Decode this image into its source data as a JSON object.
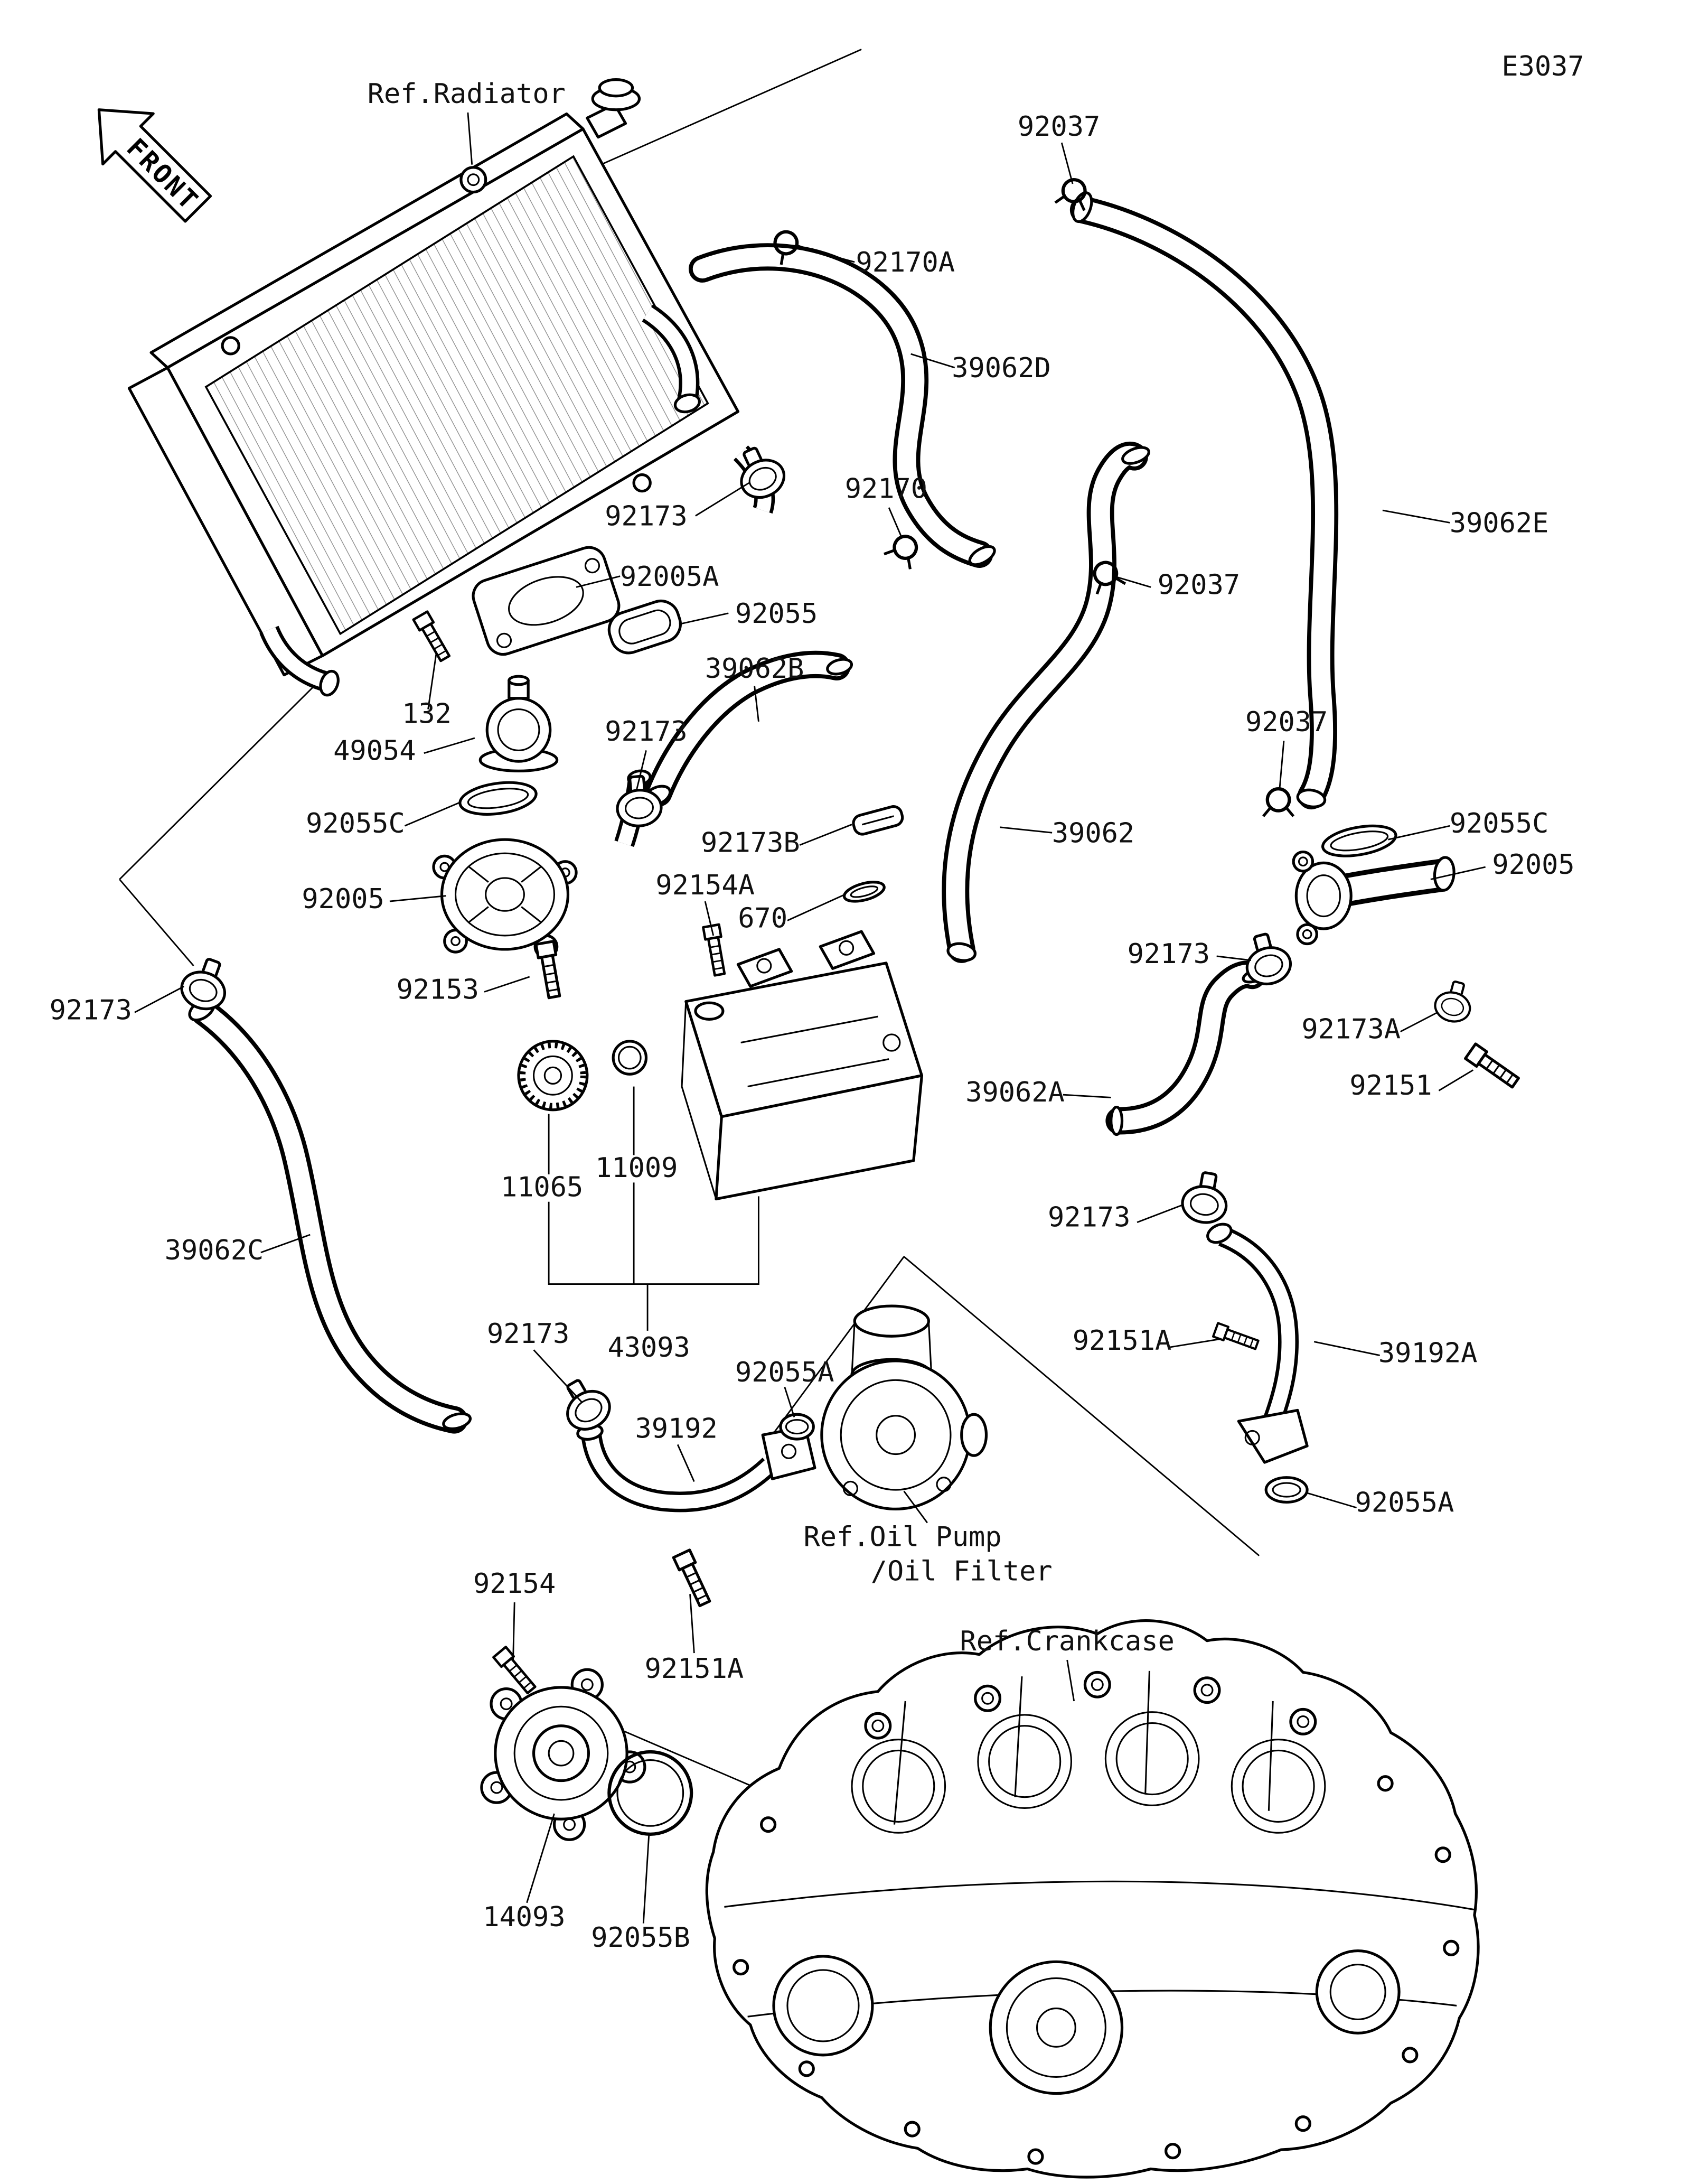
{
  "sheet": {
    "code": "E3037",
    "front_arrow": "FRONT"
  },
  "refs": {
    "radiator": "Ref.Radiator",
    "oil_pump_1": "Ref.Oil Pump",
    "oil_pump_2": "/Oil Filter",
    "crankcase": "Ref.Crankcase"
  },
  "labels": [
    {
      "id": "92037-top",
      "text": "92037"
    },
    {
      "id": "92170A",
      "text": "92170A"
    },
    {
      "id": "39062D",
      "text": "39062D"
    },
    {
      "id": "39062E",
      "text": "39062E"
    },
    {
      "id": "92173-radiator-hose",
      "text": "92173"
    },
    {
      "id": "92170",
      "text": "92170"
    },
    {
      "id": "92005A",
      "text": "92005A"
    },
    {
      "id": "92055",
      "text": "92055"
    },
    {
      "id": "92037-mid",
      "text": "92037"
    },
    {
      "id": "39062B",
      "text": "39062B"
    },
    {
      "id": "132",
      "text": "132"
    },
    {
      "id": "49054",
      "text": "49054"
    },
    {
      "id": "92173-thermostat",
      "text": "92173"
    },
    {
      "id": "92055C-left",
      "text": "92055C"
    },
    {
      "id": "92173B",
      "text": "92173B"
    },
    {
      "id": "39062",
      "text": "39062"
    },
    {
      "id": "92037-right",
      "text": "92037"
    },
    {
      "id": "92055C-right",
      "text": "92055C"
    },
    {
      "id": "92005-right",
      "text": "92005"
    },
    {
      "id": "92005-left",
      "text": "92005"
    },
    {
      "id": "92154A",
      "text": "92154A"
    },
    {
      "id": "670",
      "text": "670"
    },
    {
      "id": "92173-right-mid",
      "text": "92173"
    },
    {
      "id": "92173A",
      "text": "92173A"
    },
    {
      "id": "92151",
      "text": "92151"
    },
    {
      "id": "92173-far-left",
      "text": "92173"
    },
    {
      "id": "92153",
      "text": "92153"
    },
    {
      "id": "39062A",
      "text": "39062A"
    },
    {
      "id": "11065",
      "text": "11065"
    },
    {
      "id": "11009",
      "text": "11009"
    },
    {
      "id": "92173-right-lower",
      "text": "92173"
    },
    {
      "id": "39062C",
      "text": "39062C"
    },
    {
      "id": "92173-bottom-left",
      "text": "92173"
    },
    {
      "id": "43093",
      "text": "43093"
    },
    {
      "id": "92055A-left",
      "text": "92055A"
    },
    {
      "id": "92151A-right",
      "text": "92151A"
    },
    {
      "id": "39192A",
      "text": "39192A"
    },
    {
      "id": "39192",
      "text": "39192"
    },
    {
      "id": "92055A-right",
      "text": "92055A"
    },
    {
      "id": "92154",
      "text": "92154"
    },
    {
      "id": "92151A-bottom",
      "text": "92151A"
    },
    {
      "id": "14093",
      "text": "14093"
    },
    {
      "id": "92055B",
      "text": "92055B"
    }
  ]
}
